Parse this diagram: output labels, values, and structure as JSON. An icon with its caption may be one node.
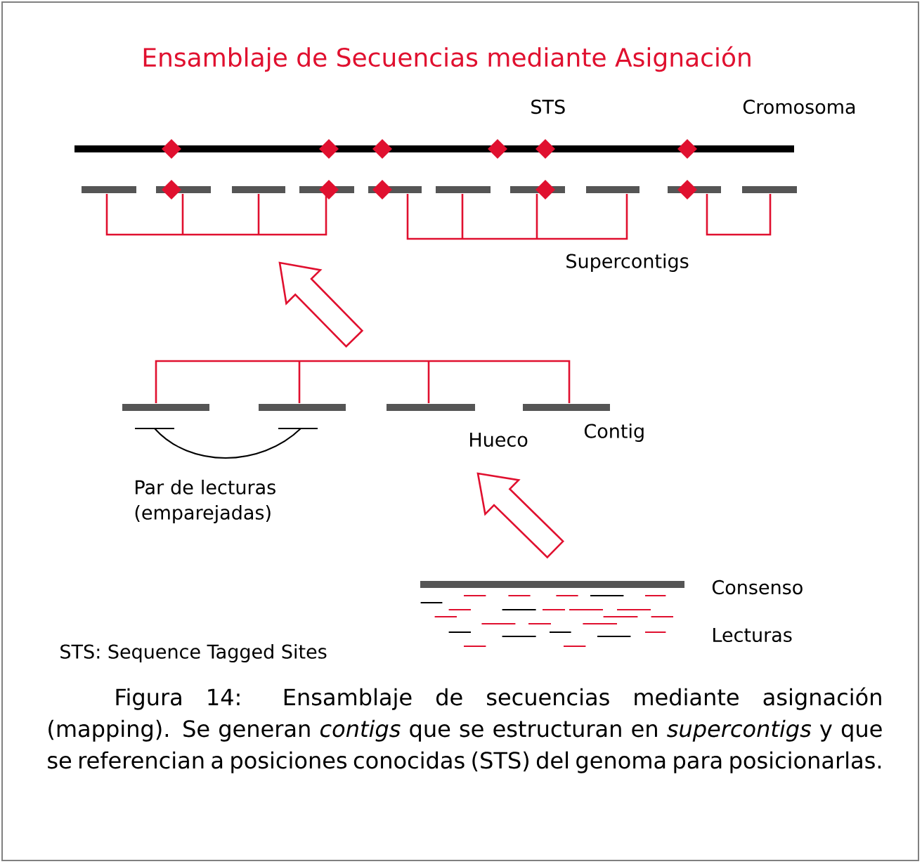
{
  "diagram": {
    "title": "Ensamblaje de Secuencias mediante Asignación",
    "caption": "Figura 14: Ensamblaje de secuencias mediante asignación (mapping). Se generan *contigs* que se estructuran en *supercontigs* y que se referencian a posiciones conocidas (STS) del genoma para posicionarlas.",
    "labels": [
      "STS",
      "Cromosoma",
      "Supercontigs",
      "Hueco",
      "Contig",
      "Par de lecturas (emparejadas)",
      "Consenso",
      "Lecturas",
      "STS: Sequence Tagged Sites"
    ]
  }
}
